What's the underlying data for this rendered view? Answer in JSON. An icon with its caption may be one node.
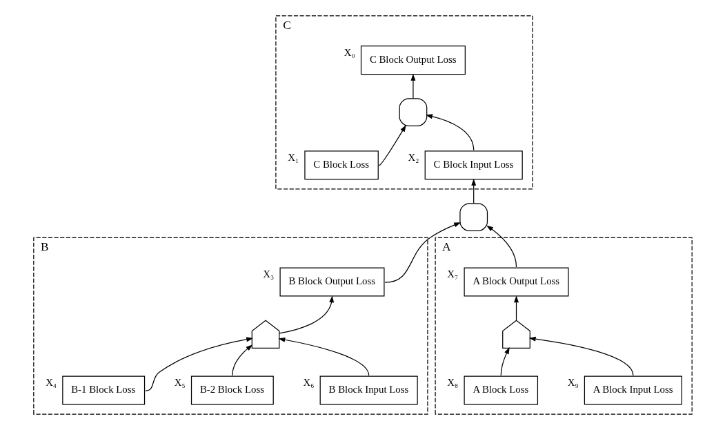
{
  "diagram": {
    "nodes": [
      {
        "text": [
          "C"
        ]
      },
      {
        "text": [
          "C Block Output Loss"
        ],
        "in": 0,
        "beside": [
          "X₀"
        ]
      },
      {
        "text": [],
        "shape": "and-gate",
        "in": 0
      },
      {
        "text": [
          "C Block Loss"
        ],
        "in": 0,
        "beside": [
          "X₁"
        ]
      },
      {
        "text": [
          "C Block Input Loss"
        ],
        "in": 0,
        "beside": [
          "X₂"
        ]
      },
      {
        "text": [],
        "shape": "and-gate"
      },
      {
        "text": [
          "B"
        ]
      },
      {
        "text": [
          "B Block Output Loss"
        ],
        "in": 6,
        "beside": [
          "X₃"
        ]
      },
      {
        "text": [],
        "shape": "or-gate",
        "in": 6
      },
      {
        "text": [
          "B-1 Block Loss"
        ],
        "in": 6,
        "beside": [
          "X₄"
        ]
      },
      {
        "text": [
          "B-2 Block Loss"
        ],
        "in": 6,
        "beside": [
          "X₅"
        ]
      },
      {
        "text": [
          "B Block Input Loss"
        ],
        "in": 6,
        "beside": [
          "X₆"
        ]
      },
      {
        "text": [
          "A"
        ]
      },
      {
        "text": [
          "A Block Output Loss"
        ],
        "in": 12,
        "beside": [
          "X₇"
        ]
      },
      {
        "text": [],
        "shape": "or-gate",
        "in": 12
      },
      {
        "text": [
          "A Block Loss"
        ],
        "in": 12,
        "beside": [
          "X₈"
        ]
      },
      {
        "text": [
          "A Block Input Loss"
        ],
        "in": 12,
        "beside": [
          "X₉"
        ]
      }
    ],
    "edges": [
      {
        "from": 2,
        "to": 1,
        "arrow": "to"
      },
      {
        "from": 3,
        "to": 2,
        "arrow": "to"
      },
      {
        "from": 4,
        "to": 2,
        "arrow": "to"
      },
      {
        "from": 5,
        "to": 4,
        "arrow": "to"
      },
      {
        "from": 7,
        "to": 5,
        "arrow": "to"
      },
      {
        "from": 13,
        "to": 5,
        "arrow": "to"
      },
      {
        "from": 8,
        "to": 7,
        "arrow": "to"
      },
      {
        "from": 9,
        "to": 8,
        "arrow": "to"
      },
      {
        "from": 10,
        "to": 8,
        "arrow": "to"
      },
      {
        "from": 11,
        "to": 8,
        "arrow": "to"
      },
      {
        "from": 14,
        "to": 13,
        "arrow": "to"
      },
      {
        "from": 15,
        "to": 14,
        "arrow": "to"
      },
      {
        "from": 16,
        "to": 14,
        "arrow": "to"
      }
    ]
  }
}
